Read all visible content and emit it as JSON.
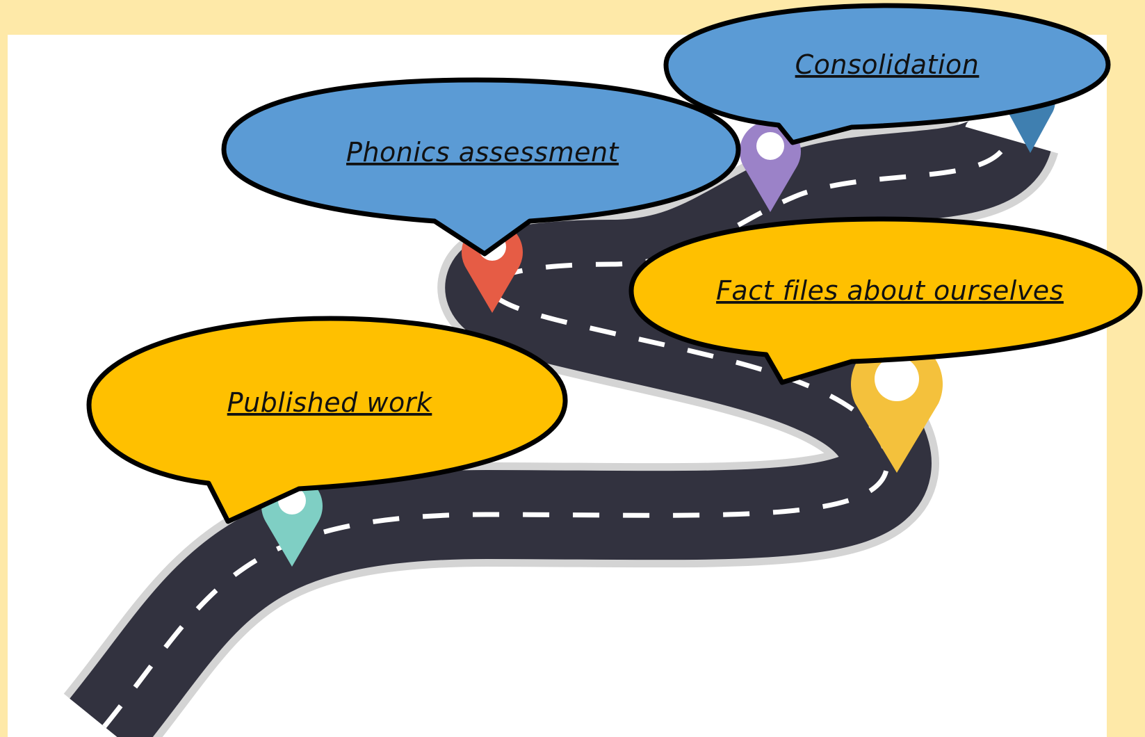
{
  "colors": {
    "page_background": "#fee9a8",
    "panel_background": "#ffffff",
    "road": "#32323f",
    "road_edge": "#c9c9c9",
    "lane_marking": "#ffffff",
    "bubble_blue": "#5b9bd5",
    "bubble_yellow": "#ffc000",
    "bubble_outline": "#000000"
  },
  "milestones": [
    {
      "id": "published-work",
      "label": "Published work",
      "bubble_color": "#ffc000",
      "pin_color": "#7fcfc4",
      "pin_icon": "map-pin-icon"
    },
    {
      "id": "phonics-assessment",
      "label": "Phonics assessment",
      "bubble_color": "#5b9bd5",
      "pin_color": "#e65c45",
      "pin_icon": "map-pin-icon"
    },
    {
      "id": "fact-files",
      "label": "Fact files about ourselves",
      "bubble_color": "#ffc000",
      "pin_color": "#f4c13c",
      "pin_icon": "map-pin-icon"
    },
    {
      "id": "consolidation",
      "label": "Consolidation",
      "bubble_color": "#5b9bd5",
      "pin_color": "#9b82c8",
      "pin_icon": "map-pin-icon"
    }
  ],
  "extra_pin": {
    "pin_color": "#3f7fb0",
    "pin_icon": "map-pin-icon"
  }
}
